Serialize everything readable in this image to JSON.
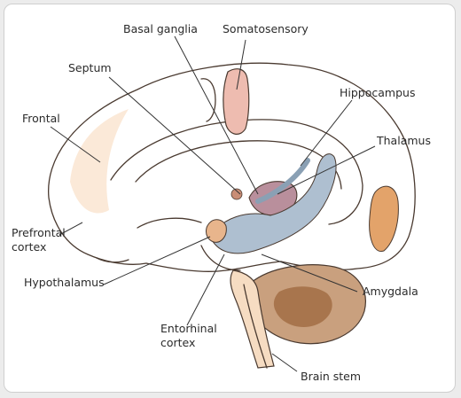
{
  "labels": {
    "basal_ganglia": "Basal ganglia",
    "somatosensory": "Somatosensory",
    "septum": "Septum",
    "hippocampus": "Hippocampus",
    "frontal": "Frontal",
    "thalamus": "Thalamus",
    "prefrontal_line1": "Prefrontal",
    "prefrontal_line2": "cortex",
    "hypothalamus": "Hypothalamus",
    "amygdala": "Amygdala",
    "entorhinal_line1": "Entorhinal",
    "entorhinal_line2": "cortex",
    "brain_stem": "Brain stem"
  },
  "colors": {
    "cortex_fill": "#f6dcc2",
    "cortex_light": "#fbe9d8",
    "cerebellum": "#c9a07e",
    "cerebellum_dark": "#a8754d",
    "occipital_patch": "#e3a36a",
    "limbic_blue": "#aebfd0",
    "thalamus_purple": "#b98f9c",
    "somatosensory_pink": "#eebcb0",
    "outline": "#4a3a30",
    "background": "#ffffff",
    "page": "#ececec"
  }
}
